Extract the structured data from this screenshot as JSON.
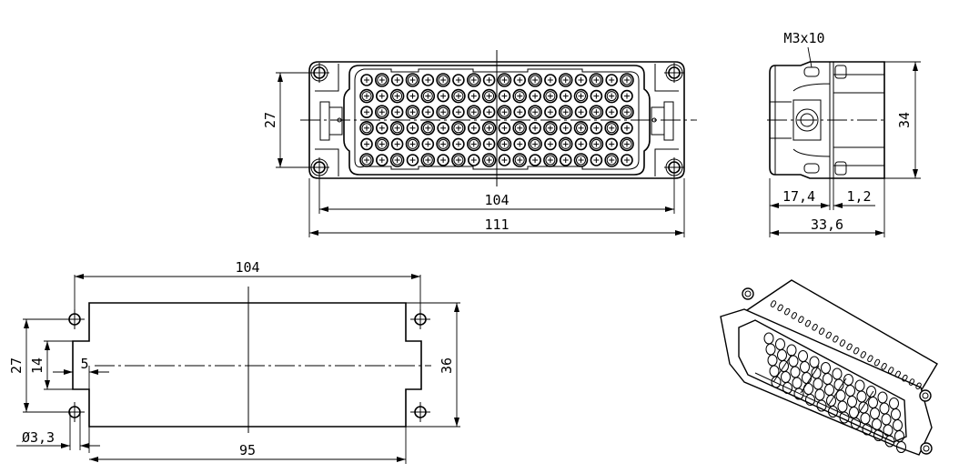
{
  "front_view": {
    "dim_height": "27",
    "dim_hole_spacing": "104",
    "dim_overall_width": "111",
    "contact_rows": 6,
    "contact_columns": 18
  },
  "side_view": {
    "screw_label": "M3x10",
    "dim_height": "34",
    "dim_left_depth": "17,4",
    "dim_flange": "1,2",
    "dim_overall_depth": "33,6"
  },
  "panel_cutout": {
    "dim_hole_spacing": "104",
    "dim_height": "36",
    "dim_hole_vertical": "27",
    "dim_notch": "14",
    "dim_notch_depth": "5",
    "dim_hole_diameter": "Ø3,3",
    "dim_cutout_width": "95"
  },
  "isometric_view": {
    "top_ribs": 22,
    "contacts_visible": 60
  },
  "colors": {
    "line": "#000000",
    "background": "#ffffff"
  }
}
